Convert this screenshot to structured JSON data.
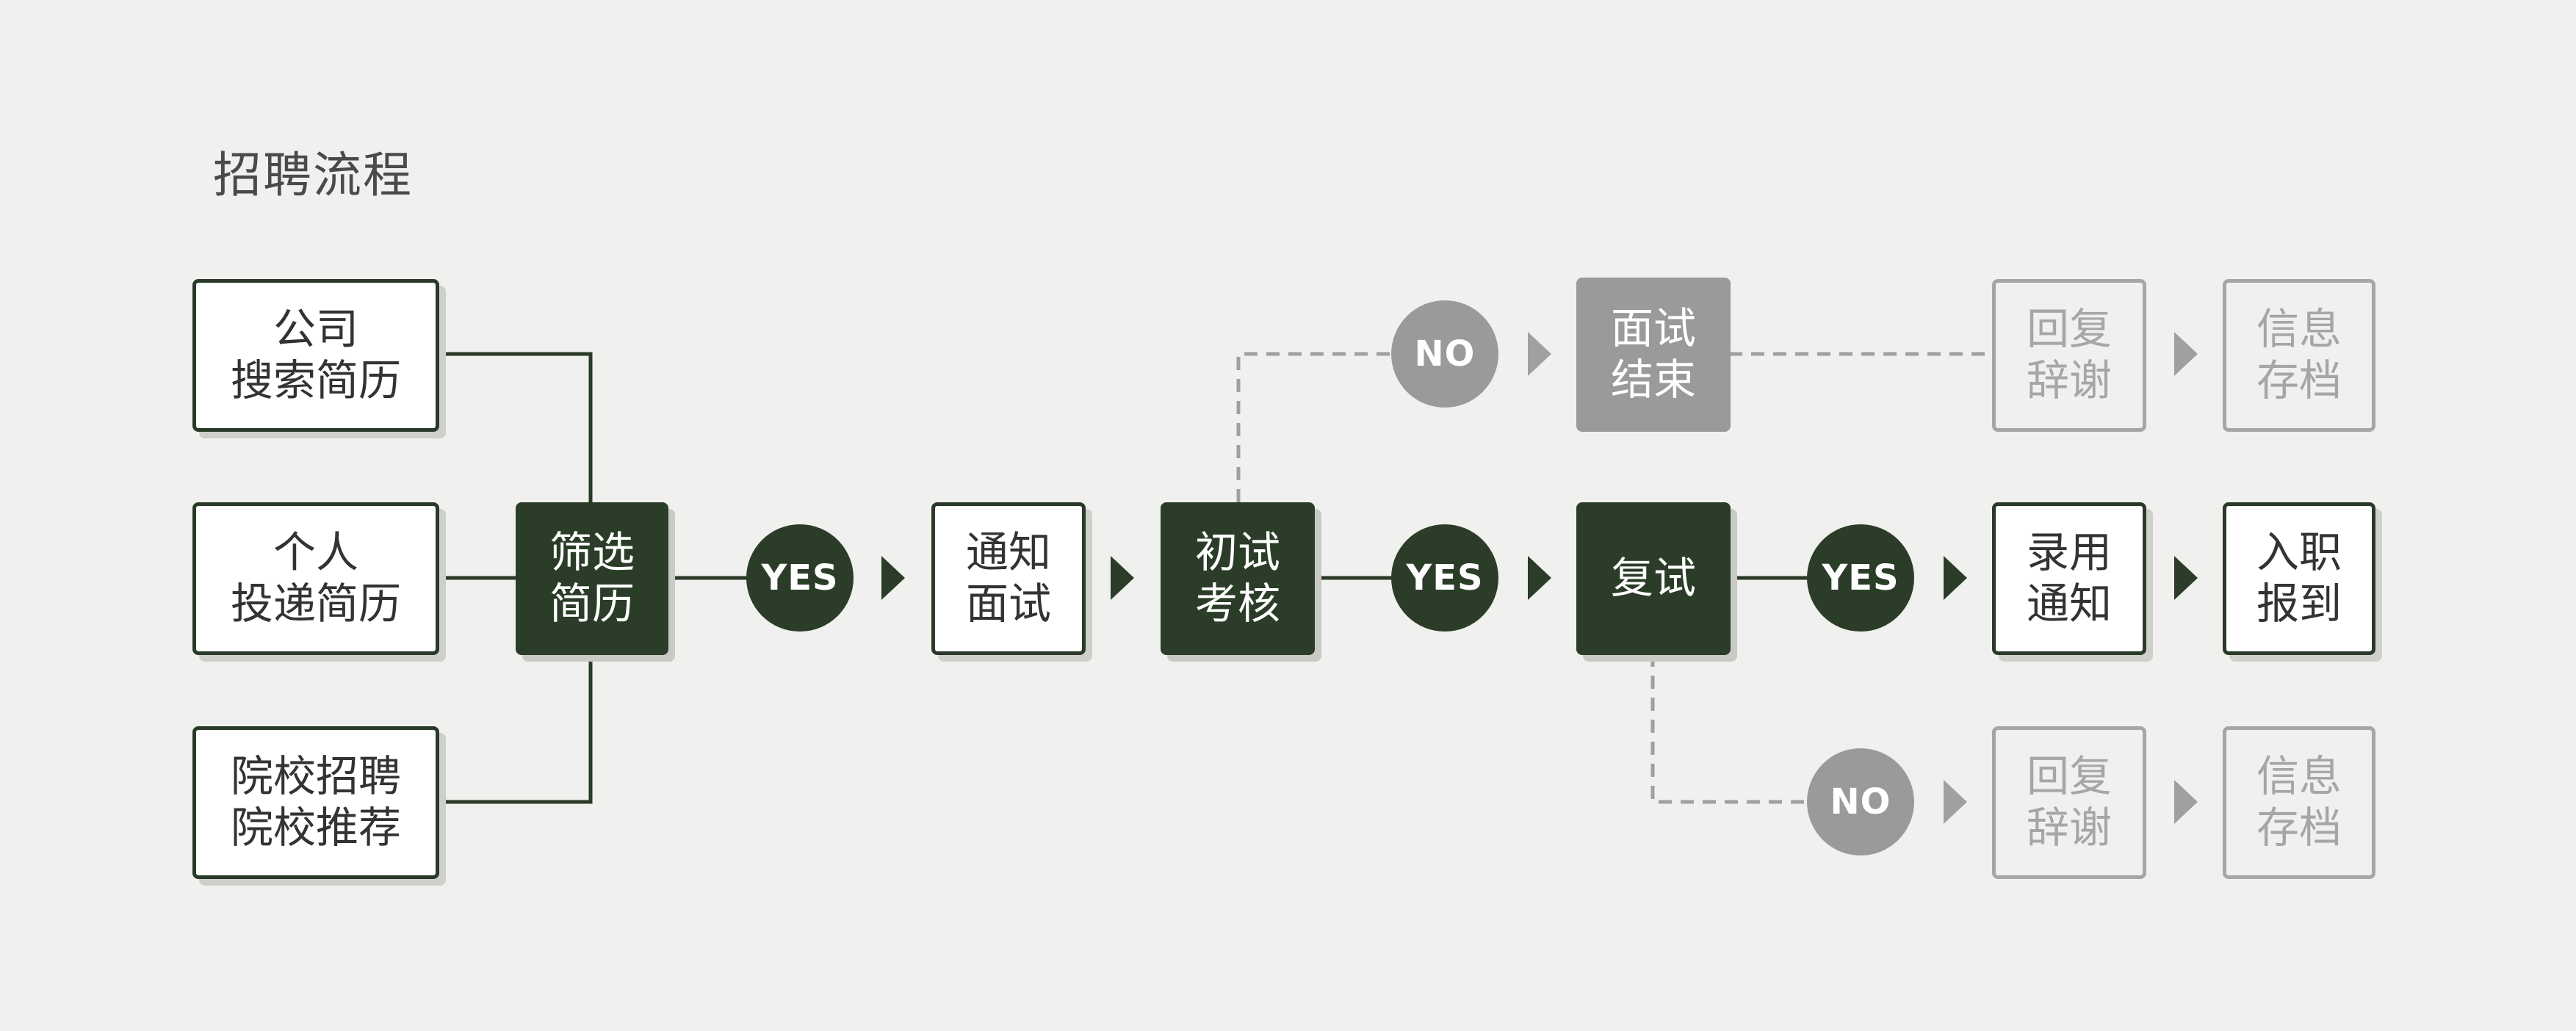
{
  "title": "招聘流程",
  "sources": {
    "company": "公司\n搜索简历",
    "personal": "个人\n投递简历",
    "campus": "院校招聘\n院校推荐"
  },
  "steps": {
    "screen": "筛选\n简历",
    "notify_interview": "通知\n面试",
    "first_interview": "初试\n考核",
    "second_interview": "复试",
    "offer": "录用\n通知",
    "onboard": "入职\n报到",
    "interview_end": "面试\n结束",
    "reject_upper": "回复\n辞谢",
    "archive_upper": "信息\n存档",
    "reject_lower": "回复\n辞谢",
    "archive_lower": "信息\n存档"
  },
  "decisions": {
    "yes": "YES",
    "no": "NO"
  },
  "colors": {
    "background": "#f0f0ee",
    "dark_green": "#2b3d28",
    "grey": "#9a9a9a",
    "light_grey": "#a6a6a6",
    "white": "#ffffff"
  }
}
